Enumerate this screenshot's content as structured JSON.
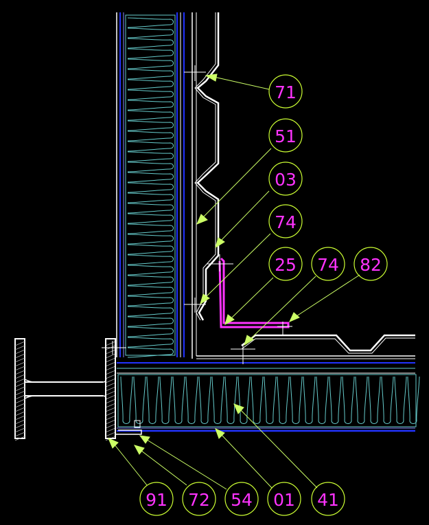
{
  "colors": {
    "background": "#000000",
    "leader": "#ccff66",
    "tag_circle": "#ccff33",
    "tag_text": "#ff33ff",
    "flashing": "#ff33ff",
    "membrane": "#2233ff",
    "insulation": "#66cccc",
    "steel": "#ffffff"
  },
  "callouts": {
    "c71": "71",
    "c51": "51",
    "c03": "03",
    "c74a": "74",
    "c25": "25",
    "c74b": "74",
    "c82": "82",
    "c91": "91",
    "c72": "72",
    "c54": "54",
    "c01": "01",
    "c41": "41"
  }
}
